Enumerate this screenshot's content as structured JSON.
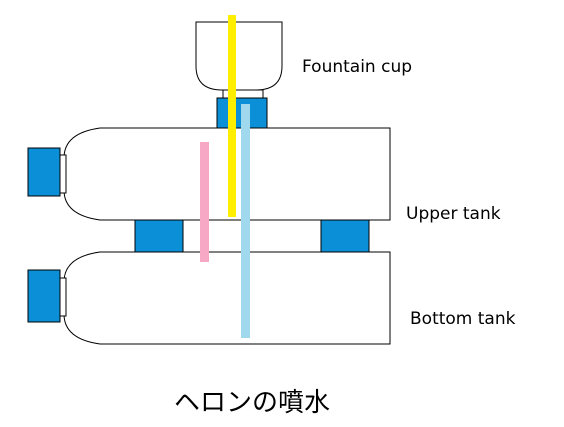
{
  "labels": {
    "fountain_cup": "Fountain cup",
    "upper_tank": "Upper tank",
    "bottom_tank": "Bottom tank"
  },
  "title": "ヘロンの噴水",
  "colors": {
    "outline": "#000000",
    "cap_blue": "#0b8fd6",
    "tube_yellow": "#ffee00",
    "tube_pink": "#f7a8c4",
    "tube_light_blue": "#a0d8ee",
    "background": "#ffffff"
  }
}
